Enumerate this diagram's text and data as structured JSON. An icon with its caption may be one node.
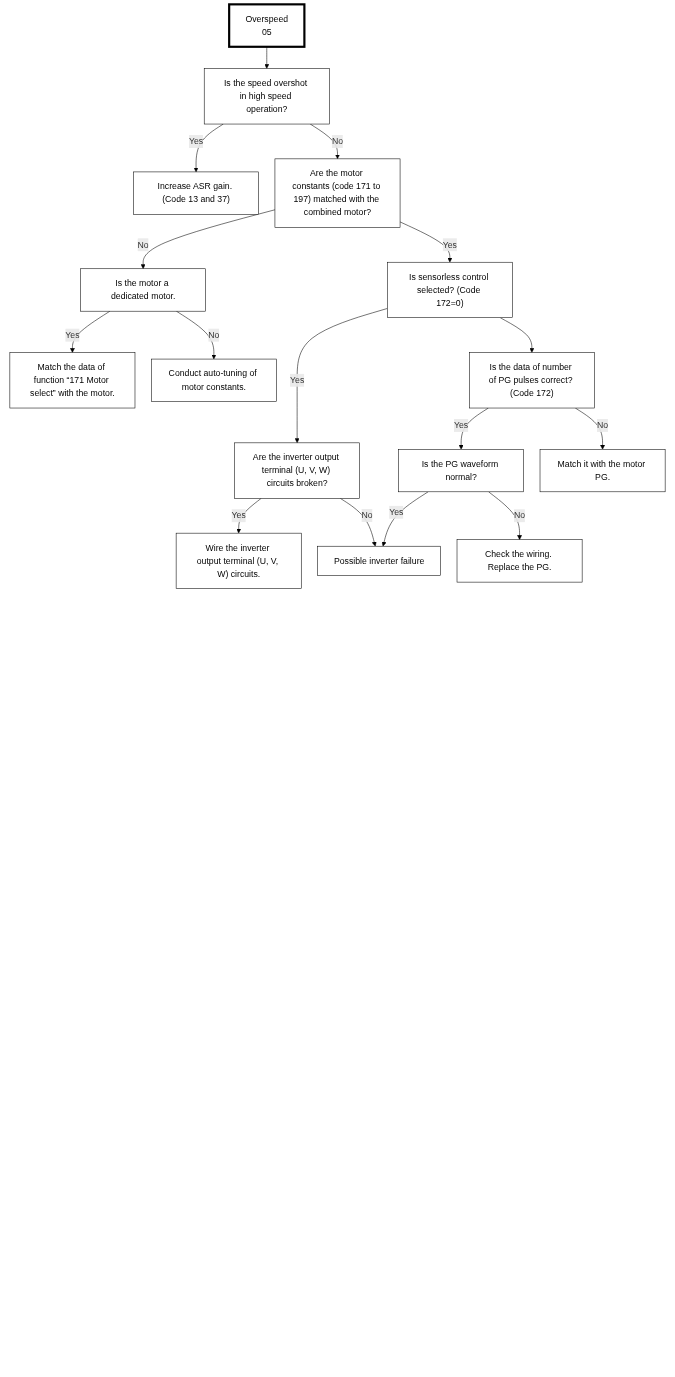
{
  "diagram": {
    "nodes": [
      {
        "text": [
          "Overspeed",
          "05"
        ]
      },
      {
        "text": [
          "Is the speed overshot in high speed operation?"
        ]
      },
      {
        "text": [
          "Increase ASR gain. (Code 13 and 37)"
        ]
      },
      {
        "text": [
          "Are the motor constants (code 171 to 197) matched with the combined motor?"
        ]
      },
      {
        "text": [
          "Match the data of function “171 Motor select” with the motor."
        ]
      },
      {
        "text": [
          "Is the motor a dedicated motor."
        ]
      },
      {
        "text": [
          "Conduct auto-tuning of motor constants."
        ]
      },
      {
        "text": [
          "Is sensorless control selected? (Code 172=0)"
        ]
      },
      {
        "text": [
          "Are the inverter output terminal (U, V, W) circuits broken?"
        ]
      },
      {
        "text": [
          "Wire the inverter output terminal (U, V, W) circuits."
        ]
      },
      {
        "text": [
          "Possible inverter failure"
        ]
      },
      {
        "text": [
          "Is the PG waveform normal?"
        ]
      },
      {
        "text": [
          "Check the wiring. Replace the PG."
        ]
      },
      {
        "text": [
          "Is the data of number of PG pulses correct? (Code 172)"
        ]
      },
      {
        "text": [
          "Match it with the motor PG."
        ]
      }
    ],
    "edges": [
      {
        "from": 0,
        "to": 1,
        "arrow": "to"
      },
      {
        "from": 1,
        "to": 2,
        "label": "Yes",
        "arrow": "to"
      },
      {
        "from": 1,
        "to": 3,
        "label": "No",
        "arrow": "to"
      },
      {
        "from": 3,
        "to": 5,
        "label": "No",
        "arrow": "to"
      },
      {
        "from": 5,
        "to": 4,
        "label": "Yes",
        "arrow": "to"
      },
      {
        "from": 5,
        "to": 6,
        "label": "No",
        "arrow": "to"
      },
      {
        "from": 3,
        "to": 7,
        "label": "Yes",
        "arrow": "to"
      },
      {
        "from": 7,
        "to": 8,
        "label": "Yes",
        "arrow": "to"
      },
      {
        "from": 7,
        "to": 13,
        "arrow": "to"
      },
      {
        "from": 8,
        "to": 9,
        "label": "Yes",
        "arrow": "to"
      },
      {
        "from": 8,
        "to": 10,
        "label": "No",
        "arrow": "to"
      },
      {
        "from": 11,
        "to": 10,
        "label": "Yes",
        "arrow": "to"
      },
      {
        "from": 11,
        "to": 12,
        "label": "No",
        "arrow": "to"
      },
      {
        "from": 13,
        "to": 11,
        "label": "Yes",
        "arrow": "to"
      },
      {
        "from": 13,
        "to": 14,
        "label": "No",
        "arrow": "to"
      }
    ]
  }
}
